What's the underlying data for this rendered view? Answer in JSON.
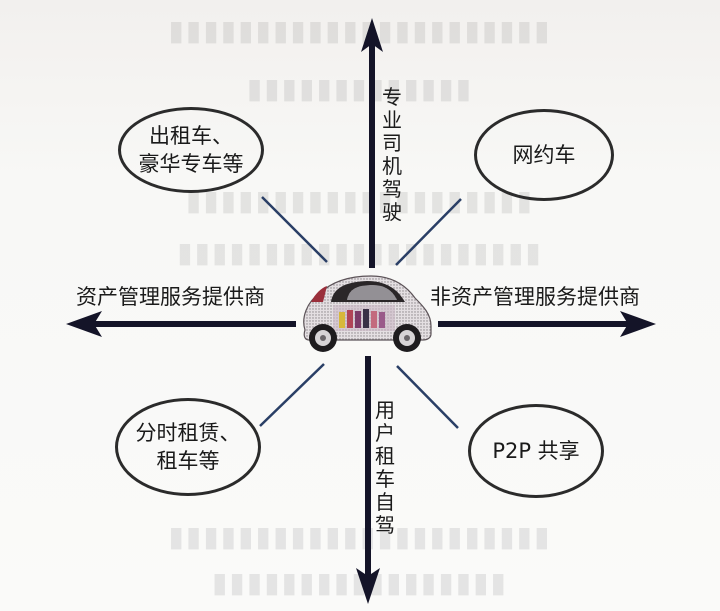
{
  "diagram": {
    "type": "quadrant-classification",
    "center": {
      "icon": "car-icon",
      "description": "self-driving car illustration"
    },
    "axes": {
      "vertical_up": {
        "label": "专业司机驾驶"
      },
      "vertical_down": {
        "label": "用户租车自驾"
      },
      "horizontal_left": {
        "label": "资产管理服务提供商"
      },
      "horizontal_right": {
        "label": "非资产管理服务提供商"
      }
    },
    "quadrants": {
      "top_left": {
        "line1": "出租车、",
        "line2": "豪华专车等"
      },
      "top_right": {
        "line1": "网约车"
      },
      "bottom_left": {
        "line1": "分时租赁、",
        "line2": "租车等"
      },
      "bottom_right": {
        "line1": "P2P 共享"
      }
    },
    "colors": {
      "axis": "#141428",
      "connector": "#2a3f66",
      "bubble_border": "#2b2b2b",
      "text": "#1a1a1a"
    }
  }
}
